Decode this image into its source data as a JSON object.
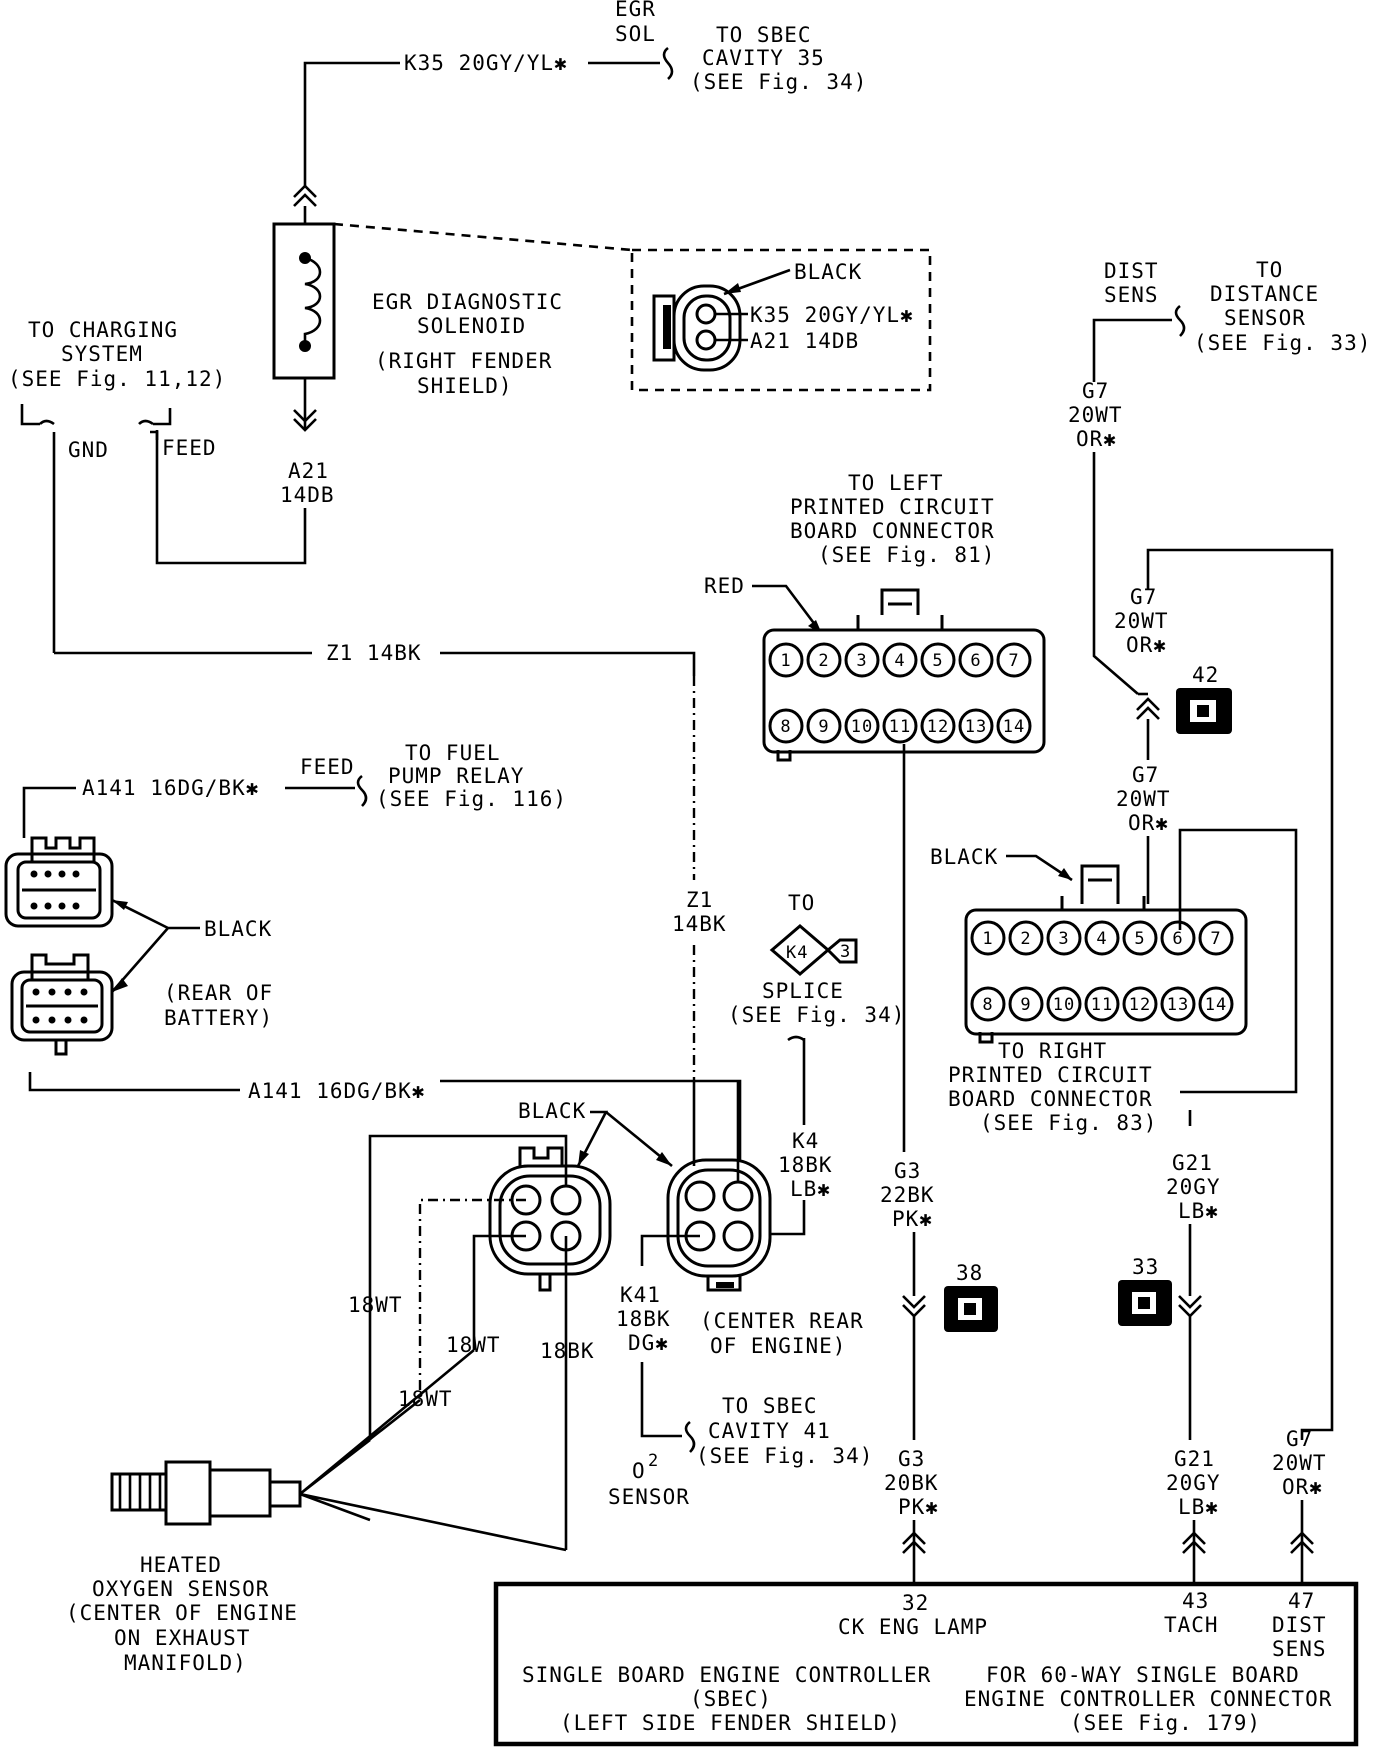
{
  "egr": {
    "top_label_1": "EGR",
    "top_label_2": "SOL",
    "sbec_1": "TO SBEC",
    "sbec_2": "CAVITY 35",
    "sbec_3": "(SEE Fig. 34)",
    "wire_k35": "K35 20GY/YL✱",
    "solenoid_1": "EGR DIAGNOSTIC",
    "solenoid_2": "SOLENOID",
    "solenoid_3": "(RIGHT FENDER",
    "solenoid_4": "SHIELD)",
    "conn_color": "BLACK",
    "conn_pin_1": "K35 20GY/YL✱",
    "conn_pin_2": "A21 14DB",
    "a21_1": "A21",
    "a21_2": "14DB"
  },
  "charging": {
    "line_1": "TO CHARGING",
    "line_2": "SYSTEM",
    "line_3": "(SEE Fig. 11,12)",
    "gnd": "GND",
    "feed": "FEED"
  },
  "ground": {
    "z1_horizontal": "Z1 14BK",
    "z1_v_1": "Z1",
    "z1_v_2": "14BK"
  },
  "fuel": {
    "wire_a141": "A141 16DG/BK✱",
    "feed": "FEED",
    "relay_1": "TO FUEL",
    "relay_2": "PUMP RELAY",
    "relay_3": "(SEE Fig. 116)",
    "conn_color": "BLACK",
    "location_1": "(REAR OF",
    "location_2": "BATTERY)",
    "wire_a141_lower": "A141 16DG/BK✱"
  },
  "splice": {
    "to": "TO",
    "code": "K4",
    "num": "3",
    "label_1": "SPLICE",
    "label_2": "(SEE Fig. 34)",
    "k4_1": "K4",
    "k4_2": "18BK",
    "k4_3": "LB✱"
  },
  "o2": {
    "conn_color": "BLACK",
    "wire_18wt_a": "18WT",
    "wire_18wt_b": "18WT",
    "wire_18wt_c": "18WT",
    "wire_18bk": "18BK",
    "k41_1": "K41",
    "k41_2": "18BK",
    "k41_3": "DG✱",
    "location_1": "(CENTER REAR",
    "location_2": "OF ENGINE)",
    "sbec_1": "TO SBEC",
    "sbec_2": "CAVITY 41",
    "sbec_3": "(SEE Fig. 34)",
    "sensor_1": "O",
    "sensor_sup": "2",
    "sensor_2": "SENSOR",
    "heated_1": "HEATED",
    "heated_2": "OXYGEN SENSOR",
    "heated_3": "(CENTER OF ENGINE",
    "heated_4": "ON EXHAUST",
    "heated_5": "MANIFOLD)"
  },
  "left_pcb": {
    "label_1": "TO LEFT",
    "label_2": "PRINTED CIRCUIT",
    "label_3": "BOARD CONNECTOR",
    "label_4": "(SEE Fig. 81)",
    "color": "RED",
    "pins_top": [
      "1",
      "2",
      "3",
      "4",
      "5",
      "6",
      "7"
    ],
    "pins_bottom": [
      "8",
      "9",
      "10",
      "11",
      "12",
      "13",
      "14"
    ]
  },
  "right_pcb": {
    "color": "BLACK",
    "label_1": "TO RIGHT",
    "label_2": "PRINTED CIRCUIT",
    "label_3": "BOARD CONNECTOR",
    "label_4": "(SEE Fig. 83)",
    "pins_top": [
      "1",
      "2",
      "3",
      "4",
      "5",
      "6",
      "7"
    ],
    "pins_bottom": [
      "8",
      "9",
      "10",
      "11",
      "12",
      "13",
      "14"
    ]
  },
  "dist": {
    "sens_1": "DIST",
    "sens_2": "SENS",
    "to_1": "TO",
    "to_2": "DISTANCE",
    "to_3": "SENSOR",
    "to_4": "(SEE Fig. 33)",
    "g7_a_1": "G7",
    "g7_a_2": "20WT",
    "g7_a_3": "OR✱",
    "g7_b_1": "G7",
    "g7_b_2": "20WT",
    "g7_b_3": "OR✱",
    "g7_c_1": "G7",
    "g7_c_2": "20WT",
    "g7_c_3": "OR✱",
    "g7_d_1": "G7",
    "g7_d_2": "20WT",
    "g7_d_3": "OR✱",
    "box_42": "42"
  },
  "ck": {
    "g3_a_1": "G3",
    "g3_a_2": "22BK",
    "g3_a_3": "PK✱",
    "g3_b_1": "G3",
    "g3_b_2": "20BK",
    "g3_b_3": "PK✱",
    "box_38": "38",
    "g21_a_1": "G21",
    "g21_a_2": "20GY",
    "g21_a_3": "LB✱",
    "g21_b_1": "G21",
    "g21_b_2": "20GY",
    "g21_b_3": "LB✱",
    "box_33": "33"
  },
  "sbec": {
    "pin_32": "32",
    "ck_lamp": "CK ENG LAMP",
    "pin_43": "43",
    "tach": "TACH",
    "pin_47": "47",
    "dist_1": "DIST",
    "dist_2": "SENS",
    "name_1": "SINGLE BOARD ENGINE CONTROLLER",
    "name_2": "(SBEC)",
    "name_3": "(LEFT SIDE FENDER SHIELD)",
    "conn_1": "FOR 60-WAY SINGLE BOARD",
    "conn_2": "ENGINE CONTROLLER CONNECTOR",
    "conn_3": "(SEE Fig. 179)"
  }
}
